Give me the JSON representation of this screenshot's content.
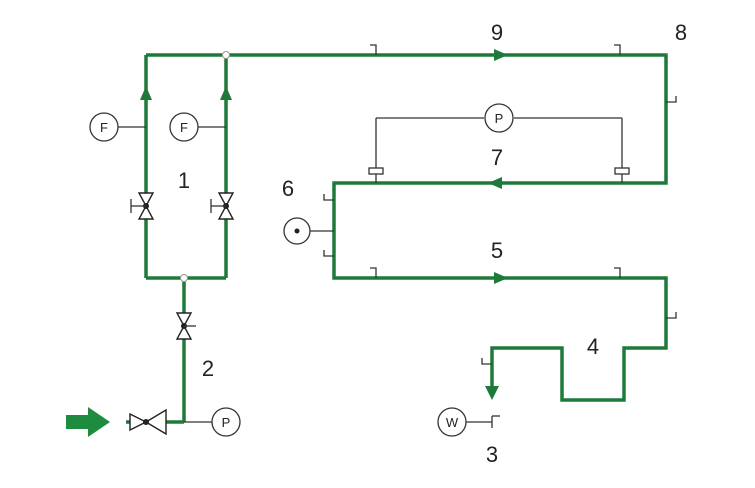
{
  "colors": {
    "background": "#ffffff",
    "pipe": "#1e7a3a",
    "arrow": "#1e8c3e",
    "line": "#333333"
  },
  "labels": {
    "n1": "1",
    "n2": "2",
    "n3": "3",
    "n4": "4",
    "n5": "5",
    "n6": "6",
    "n7": "7",
    "n8": "8",
    "n9": "9"
  },
  "gauges": {
    "flow_left": "F",
    "flow_right": "F",
    "pressure_top": "P",
    "pressure_bottom": "P",
    "water": "W"
  },
  "icons": {
    "inlet_arrow": "inlet-arrow-icon",
    "valve": "valve-icon",
    "rotary_meter": "rotary-meter-icon",
    "flow_arrow": "flow-arrow-icon"
  }
}
